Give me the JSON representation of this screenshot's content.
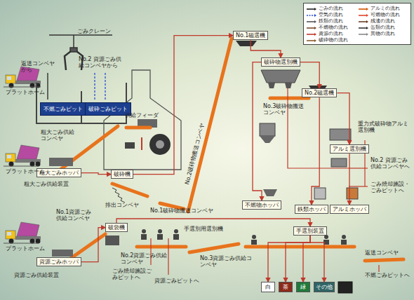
{
  "diagram": {
    "nodes": [
      {
        "text": [
          "不燃ごみピット"
        ]
      },
      {
        "text": [
          "破砕ごみピット"
        ]
      },
      {
        "text": [
          "粗大ごみホッパ"
        ]
      },
      {
        "text": [
          "破砕機"
        ]
      },
      {
        "text": [
          "No.1磁選機"
        ]
      },
      {
        "text": [
          "破砕物選別機"
        ]
      },
      {
        "text": [
          "No.2磁選機"
        ]
      },
      {
        "text": [
          "アルミ選別機"
        ]
      },
      {
        "text": [
          "鉄類ホッパ"
        ]
      },
      {
        "text": [
          "アルミホッパ"
        ]
      },
      {
        "text": [
          "不燃物ホッパ"
        ]
      },
      {
        "text": [
          "資源ごみホッパ"
        ]
      },
      {
        "text": [
          "破袋機"
        ]
      },
      {
        "text": [
          "手選別装置"
        ]
      },
      {
        "text": [
          "白"
        ]
      },
      {
        "text": [
          "茶"
        ]
      },
      {
        "text": [
          "緑"
        ]
      },
      {
        "text": [
          "その他"
        ]
      }
    ],
    "edges": [
      {
        "from": 2,
        "to": 3,
        "arrow": "to"
      },
      {
        "from": 3,
        "to": 4,
        "arrow": "to"
      },
      {
        "from": 4,
        "to": 5,
        "arrow": "to"
      },
      {
        "from": 5,
        "to": 6,
        "arrow": "to"
      },
      {
        "from": 5,
        "to": 10,
        "arrow": "to"
      },
      {
        "from": 6,
        "to": 8,
        "arrow": "to"
      },
      {
        "from": 6,
        "to": 7,
        "arrow": "to"
      },
      {
        "from": 7,
        "to": 9,
        "arrow": "to"
      },
      {
        "from": 11,
        "to": 12,
        "arrow": "to"
      },
      {
        "from": 12,
        "to": 13,
        "arrow": "to"
      },
      {
        "from": 13,
        "to": 14,
        "arrow": "to"
      },
      {
        "from": 13,
        "to": 15,
        "arrow": "to"
      },
      {
        "from": 13,
        "to": 16,
        "arrow": "to"
      },
      {
        "from": 13,
        "to": 17,
        "arrow": "to"
      }
    ],
    "labels": [
      "ごみクレーン",
      "返送コンベヤから",
      "No.2 資源ごみ供給コンベヤから",
      "プラットホーム",
      "プラットホーム",
      "プラットホーム",
      "粗大ごみ供給コンベヤ",
      "粗大ごみ供給装置",
      "供給フィーダ",
      "排出コンベヤ",
      "No.1破砕物搬送コンベヤ",
      "No.2破砕物搬送コンベヤ",
      "No.3破砕物搬送コンベヤ",
      "重力式破砕物アルミ選別機",
      "No.2 資源ごみ供給コンベヤへ",
      "ごみ焼却施設・ごみピットへ",
      "No.1資源ごみ供給コンベヤ",
      "資源ごみ供給装置",
      "No.2資源ごみ供給コンベヤ",
      "手選別用選別機",
      "ごみ焼却施設ごみピットへ",
      "資源ごみピットへ",
      "No.3資源ごみ供給コンベヤ",
      "返送コンベヤ",
      "不燃ごみピットへ"
    ],
    "legend": [
      {
        "text": "ごみの流れ"
      },
      {
        "text": "空気の流れ"
      },
      {
        "text": "鉄類の流れ"
      },
      {
        "text": "不燃物の流れ"
      },
      {
        "text": "資源の流れ"
      },
      {
        "text": "破砕物の流れ"
      },
      {
        "text": "アルミの流れ"
      },
      {
        "text": "可燃物の流れ"
      },
      {
        "text": "残渣の流れ"
      },
      {
        "text": "缶類の流れ"
      },
      {
        "text": "異物の流れ"
      }
    ]
  }
}
